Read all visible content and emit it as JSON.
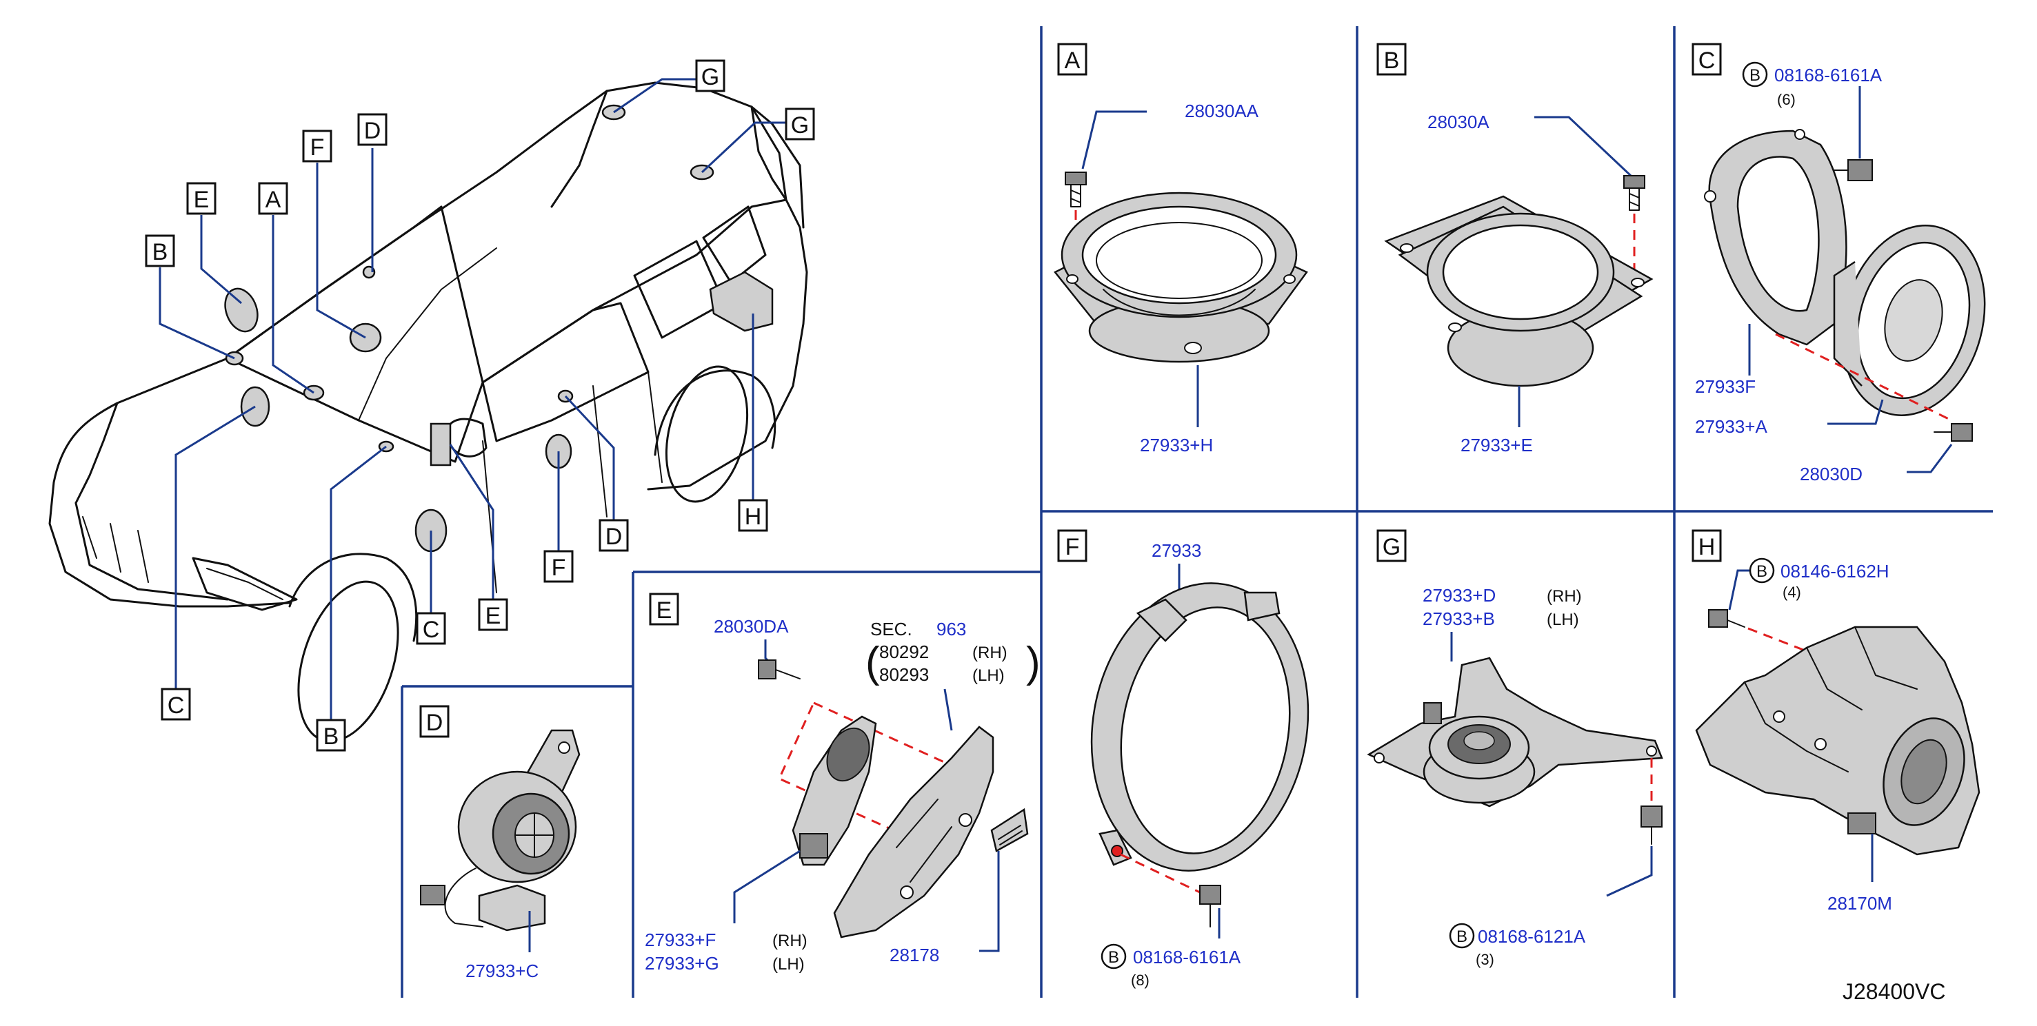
{
  "diagram_id": "J28400VC",
  "panels": {
    "A": {
      "label": "A",
      "bolt": "28030AA",
      "speaker": "27933+H"
    },
    "B": {
      "label": "B",
      "bolt": "28030A",
      "speaker": "27933+E"
    },
    "C": {
      "label": "C",
      "circle": "B",
      "screw": "08168-6161A",
      "qty": "(6)",
      "bracket": "27933F",
      "speaker": "27933+A",
      "bolt": "28030D"
    },
    "D": {
      "label": "D",
      "speaker": "27933+C"
    },
    "E": {
      "label": "E",
      "bolt": "28030DA",
      "sec_label": "SEC.",
      "sec_no": "963",
      "paren_open": "(",
      "paren_close": ")",
      "ref1": "80292",
      "ref1_side": "(RH)",
      "ref2": "80293",
      "ref2_side": "(LH)",
      "speaker_rh": "27933+F",
      "speaker_rh_side": "(RH)",
      "speaker_lh": "27933+G",
      "speaker_lh_side": "(LH)",
      "grille": "28178"
    },
    "F": {
      "label": "F",
      "bracket": "27933",
      "circle": "B",
      "screw": "08168-6161A",
      "qty": "(8)"
    },
    "G": {
      "label": "G",
      "speaker_rh": "27933+D",
      "speaker_rh_side": "(RH)",
      "speaker_lh": "27933+B",
      "speaker_lh_side": "(LH)",
      "circle": "B",
      "screw": "08168-6121A",
      "qty": "(3)"
    },
    "H": {
      "label": "H",
      "circle": "B",
      "screw": "08146-6162H",
      "qty": "(4)",
      "unit": "28170M"
    }
  },
  "car_callouts": [
    "G",
    "G",
    "D",
    "F",
    "E",
    "A",
    "B",
    "C",
    "B",
    "C",
    "E",
    "F",
    "D",
    "H"
  ]
}
